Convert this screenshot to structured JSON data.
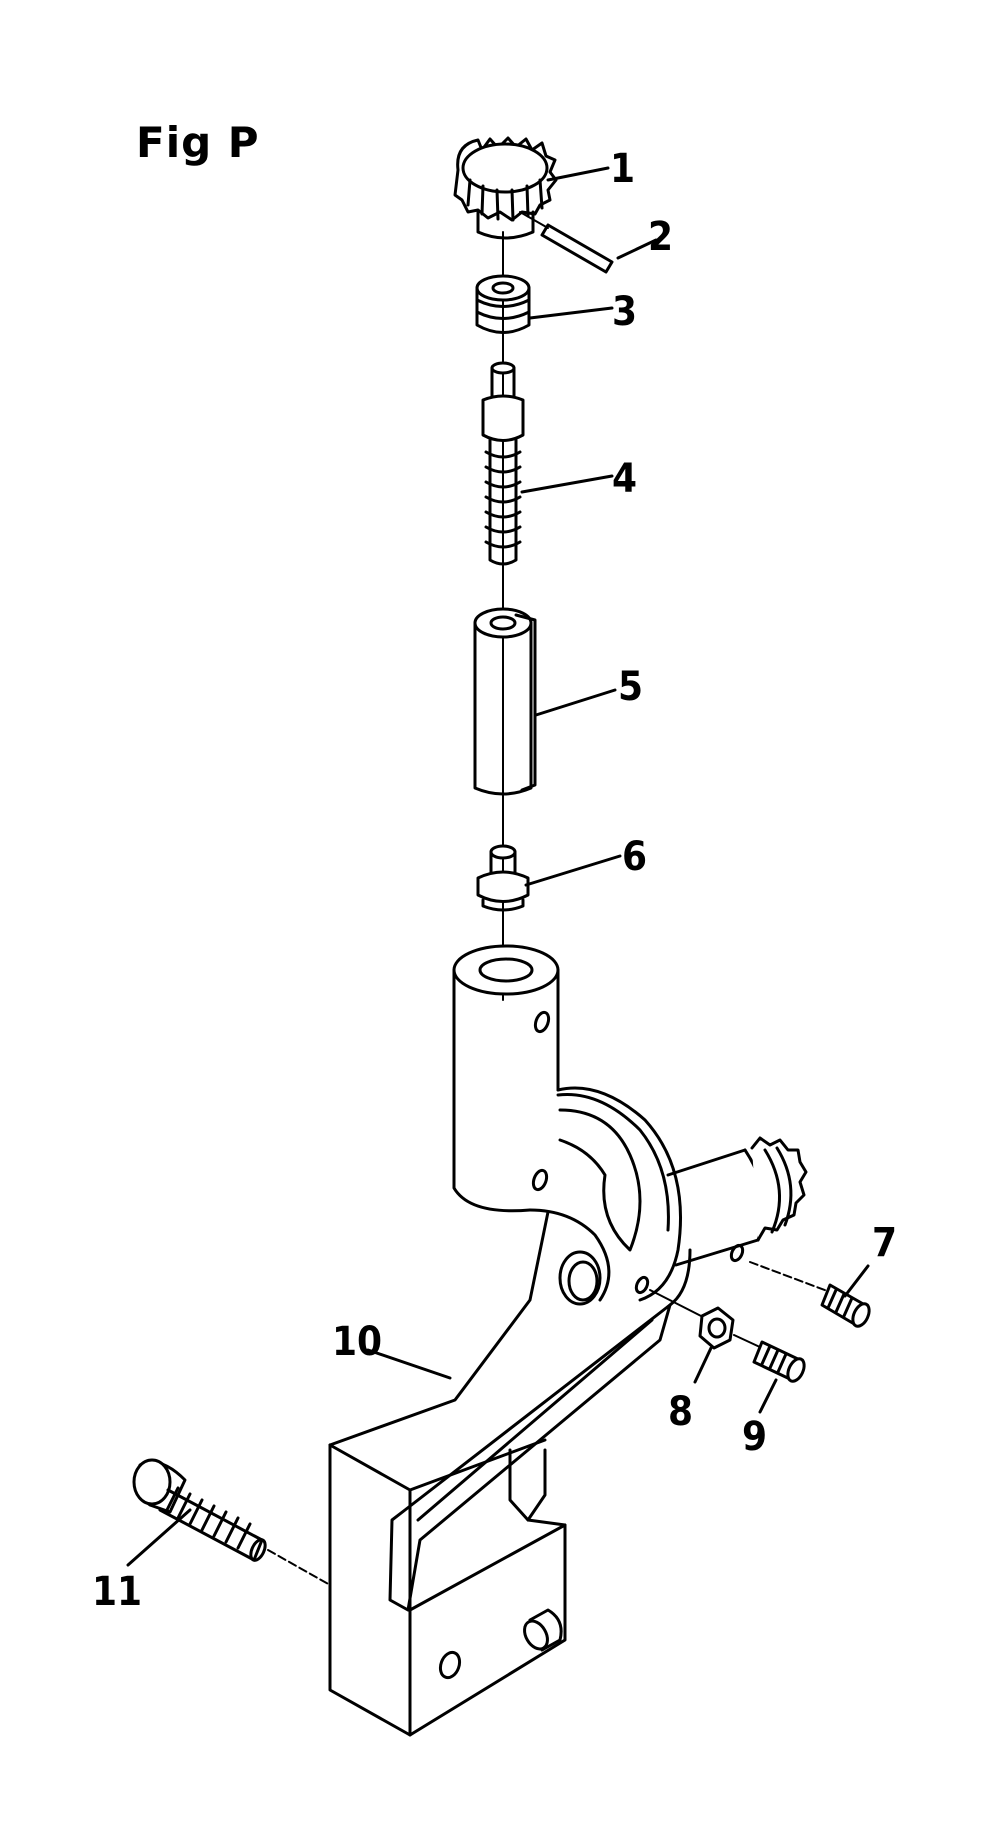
{
  "figure": {
    "title": "Fig P"
  },
  "callouts": [
    {
      "id": "1",
      "label": "1"
    },
    {
      "id": "2",
      "label": "2"
    },
    {
      "id": "3",
      "label": "3"
    },
    {
      "id": "4",
      "label": "4"
    },
    {
      "id": "5",
      "label": "5"
    },
    {
      "id": "6",
      "label": "6"
    },
    {
      "id": "7",
      "label": "7"
    },
    {
      "id": "8",
      "label": "8"
    },
    {
      "id": "9",
      "label": "9"
    },
    {
      "id": "10",
      "label": "10"
    },
    {
      "id": "11",
      "label": "11"
    }
  ]
}
